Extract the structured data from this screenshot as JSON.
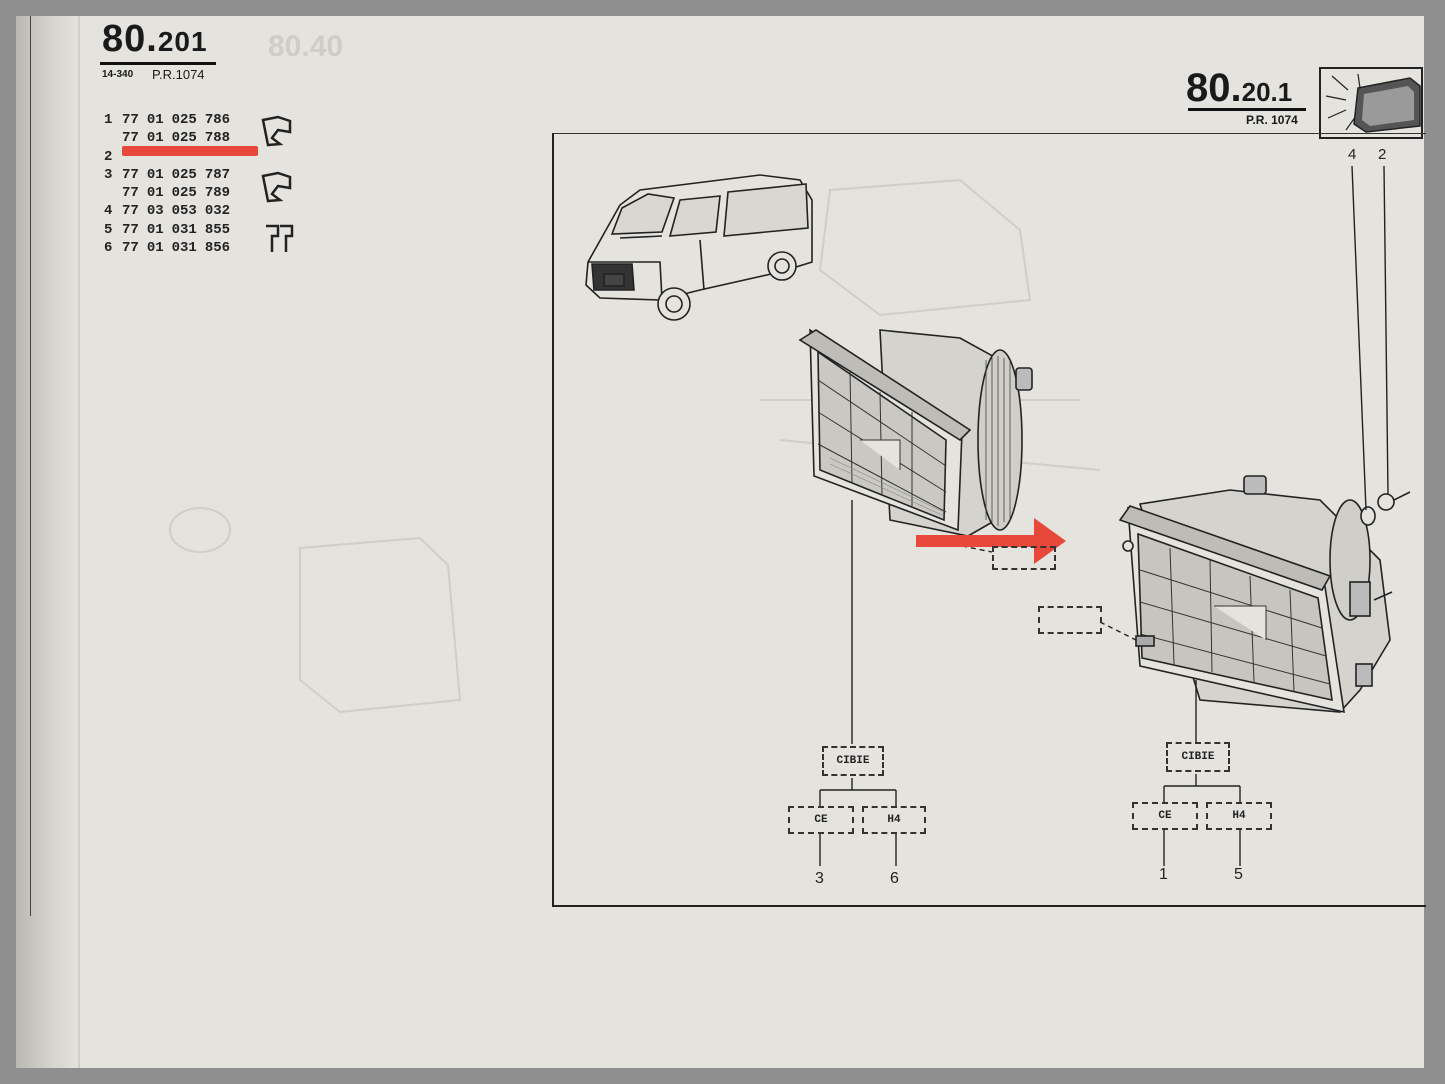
{
  "document": {
    "left_header": {
      "ref_main": "80.",
      "ref_sub": "201",
      "sheet_code": "14-340",
      "pr": "P.R.1074"
    },
    "right_header": {
      "ref_main": "80.",
      "ref_sub": "20.1",
      "pr": "P.R. 1074"
    },
    "ghost_ref": "80.40",
    "parts": [
      {
        "index": "1",
        "groups": [
          "77",
          "01",
          "025",
          "786"
        ]
      },
      {
        "index": "",
        "groups": [
          "77",
          "01",
          "025",
          "788"
        ]
      },
      {
        "index": "2",
        "groups": [
          "",
          "",
          "",
          ""
        ]
      },
      {
        "index": "3",
        "groups": [
          "77",
          "01",
          "025",
          "787"
        ]
      },
      {
        "index": "",
        "groups": [
          "77",
          "01",
          "025",
          "789"
        ]
      },
      {
        "index": "4",
        "groups": [
          "77",
          "03",
          "053",
          "032"
        ]
      },
      {
        "index": "5",
        "groups": [
          "77",
          "01",
          "031",
          "855"
        ]
      },
      {
        "index": "6",
        "groups": [
          "77",
          "01",
          "031",
          "856"
        ]
      }
    ],
    "left_tree": {
      "top": "CIBIE",
      "left": "CE",
      "right": "H4",
      "left_num": "3",
      "right_num": "6"
    },
    "right_tree": {
      "top": "CIBIE",
      "left": "CE",
      "right": "H4",
      "left_num": "1",
      "right_num": "5"
    },
    "callouts": {
      "a": "4",
      "b": "2"
    },
    "annotation_color": "#e8483a"
  }
}
